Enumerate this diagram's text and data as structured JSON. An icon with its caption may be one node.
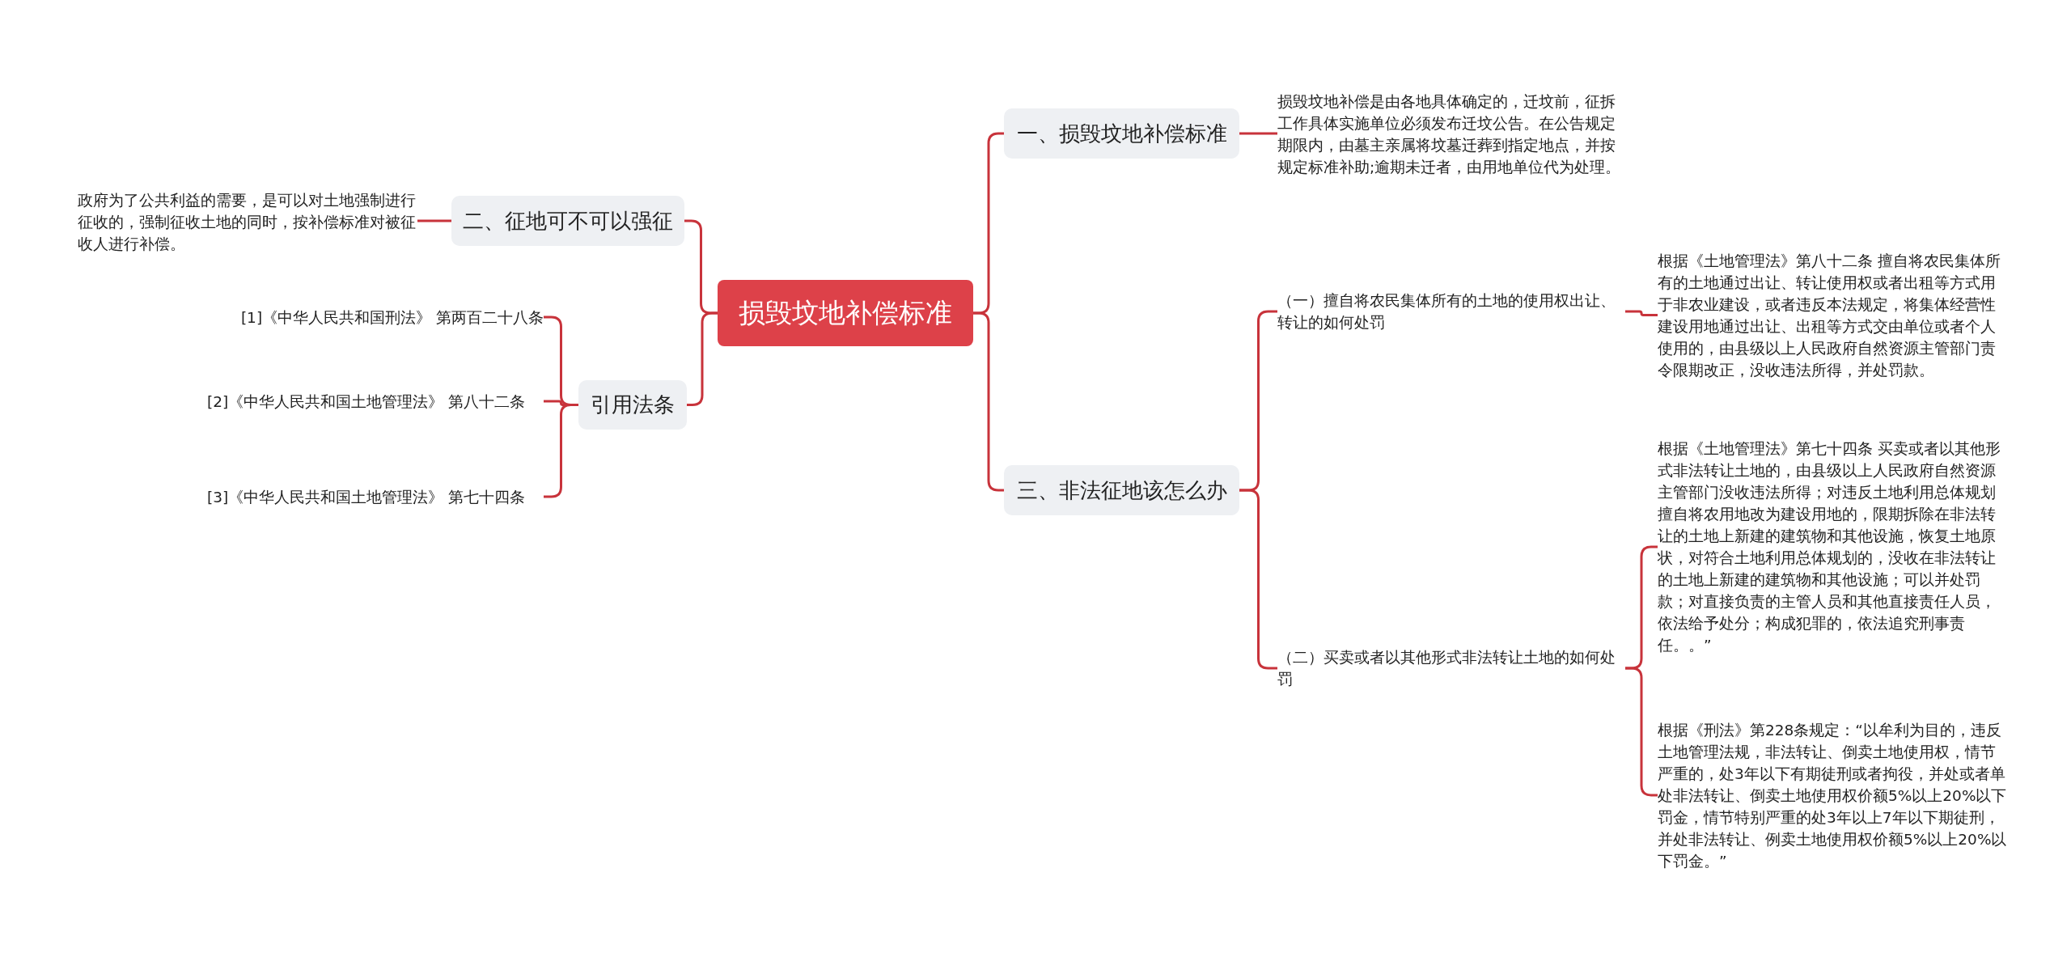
{
  "diagram": {
    "nodes": [
      {
        "text": [
          "损毁坟地补偿标准"
        ]
      },
      {
        "text": [
          "一、损毁坟地补偿标准"
        ]
      },
      {
        "text": [
          "损毁坟地补偿是由各地具体确定的，迁坟前，征拆工作具体实施单位必须发布迁坟公告。在公告规定期限内，由墓主亲属将坟墓迁葬到指定地点，并按规定标准补助;逾期未迁者，由用地单位代为处理。"
        ]
      },
      {
        "text": [
          "二、征地可不可以强征"
        ]
      },
      {
        "text": [
          "政府为了公共利益的需要，是可以对土地强制进行征收的，强制征收土地的同时，按补偿标准对被征收人进行补偿。"
        ]
      },
      {
        "text": [
          "引用法条"
        ]
      },
      {
        "text": [
          "[1]《中华人民共和国刑法》 第两百二十八条"
        ]
      },
      {
        "text": [
          "[2]《中华人民共和国土地管理法》 第八十二条"
        ]
      },
      {
        "text": [
          "[3]《中华人民共和国土地管理法》 第七十四条"
        ]
      },
      {
        "text": [
          "三、非法征地该怎么办"
        ]
      },
      {
        "text": [
          "（一）擅自将农民集体所有的土地的使用权出让、转让的如何处罚"
        ]
      },
      {
        "text": [
          "根据《土地管理法》第八十二条 擅自将农民集体所有的土地通过出让、转让使用权或者出租等方式用于非农业建设，或者违反本法规定，将集体经营性建设用地通过出让、出租等方式交由单位或者个人使用的，由县级以上人民政府自然资源主管部门责令限期改正，没收违法所得，并处罚款。"
        ]
      },
      {
        "text": [
          "（二）买卖或者以其他形式非法转让土地的如何处罚"
        ]
      },
      {
        "text": [
          "根据《土地管理法》第七十四条 买卖或者以其他形式非法转让土地的，由县级以上人民政府自然资源主管部门没收违法所得；对违反土地利用总体规划擅自将农用地改为建设用地的，限期拆除在非法转让的土地上新建的建筑物和其他设施，恢复土地原状，对符合土地利用总体规划的，没收在非法转让的土地上新建的建筑物和其他设施；可以并处罚款；对直接负责的主管人员和其他直接责任人员，依法给予处分；构成犯罪的，依法追究刑事责任。。”"
        ]
      },
      {
        "text": [
          "根据《刑法》第228条规定：“以牟利为目的，违反土地管理法规，非法转让、倒卖土地使用权，情节严重的，处3年以下有期徒刑或者拘役，并处或者单处非法转让、倒卖土地使用权价额5%以上20%以下罚金，情节特别严重的处3年以上7年以下期徒刑，并处非法转让、例卖土地使用权价额5%以上20%以下罚金。”"
        ]
      }
    ],
    "edges": [
      {
        "from": 0,
        "to": 1,
        "arrow": "none"
      },
      {
        "from": 1,
        "to": 2,
        "arrow": "none"
      },
      {
        "from": 0,
        "to": 3,
        "arrow": "none"
      },
      {
        "from": 3,
        "to": 4,
        "arrow": "none"
      },
      {
        "from": 0,
        "to": 5,
        "arrow": "none"
      },
      {
        "from": 5,
        "to": 6,
        "arrow": "none"
      },
      {
        "from": 5,
        "to": 7,
        "arrow": "none"
      },
      {
        "from": 5,
        "to": 8,
        "arrow": "none"
      },
      {
        "from": 0,
        "to": 9,
        "arrow": "none"
      },
      {
        "from": 9,
        "to": 10,
        "arrow": "none"
      },
      {
        "from": 10,
        "to": 11,
        "arrow": "none"
      },
      {
        "from": 9,
        "to": 12,
        "arrow": "none"
      },
      {
        "from": 12,
        "to": 13,
        "arrow": "none"
      },
      {
        "from": 12,
        "to": 14,
        "arrow": "none"
      }
    ]
  }
}
